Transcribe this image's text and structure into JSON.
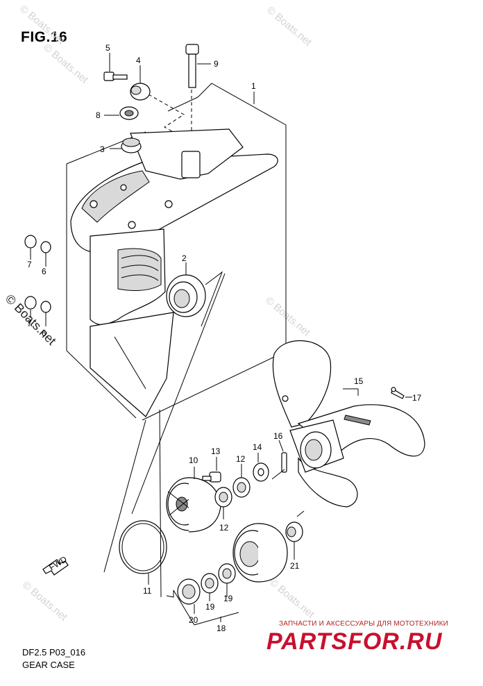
{
  "figure": {
    "title": "FIG.16"
  },
  "footer": {
    "code": "DF2.5 P03_016",
    "name": "GEAR CASE"
  },
  "watermarks": {
    "site": "© Boats.net"
  },
  "branding": {
    "tagline": "ЗАПЧАСТИ И АКСЕССУАРЫ ДЛЯ МОТОТЕХНИКИ",
    "logo": "PARTSFOR.RU"
  },
  "callouts": {
    "n1": "1",
    "n2": "2",
    "n3": "3",
    "n4": "4",
    "n5": "5",
    "n6a": "6",
    "n6b": "6",
    "n7a": "7",
    "n7b": "7",
    "n8": "8",
    "n9": "9",
    "n10": "10",
    "n11": "11",
    "n12a": "12",
    "n12b": "12",
    "n13": "13",
    "n14": "14",
    "n15": "15",
    "n16": "16",
    "n17": "17",
    "n18": "18",
    "n19a": "19",
    "n19b": "19",
    "n20": "20",
    "n21": "21"
  },
  "direction_tag": "FWD",
  "colors": {
    "line": "#000000",
    "brand": "#c8102e",
    "watermark": "#d3d3d3"
  }
}
